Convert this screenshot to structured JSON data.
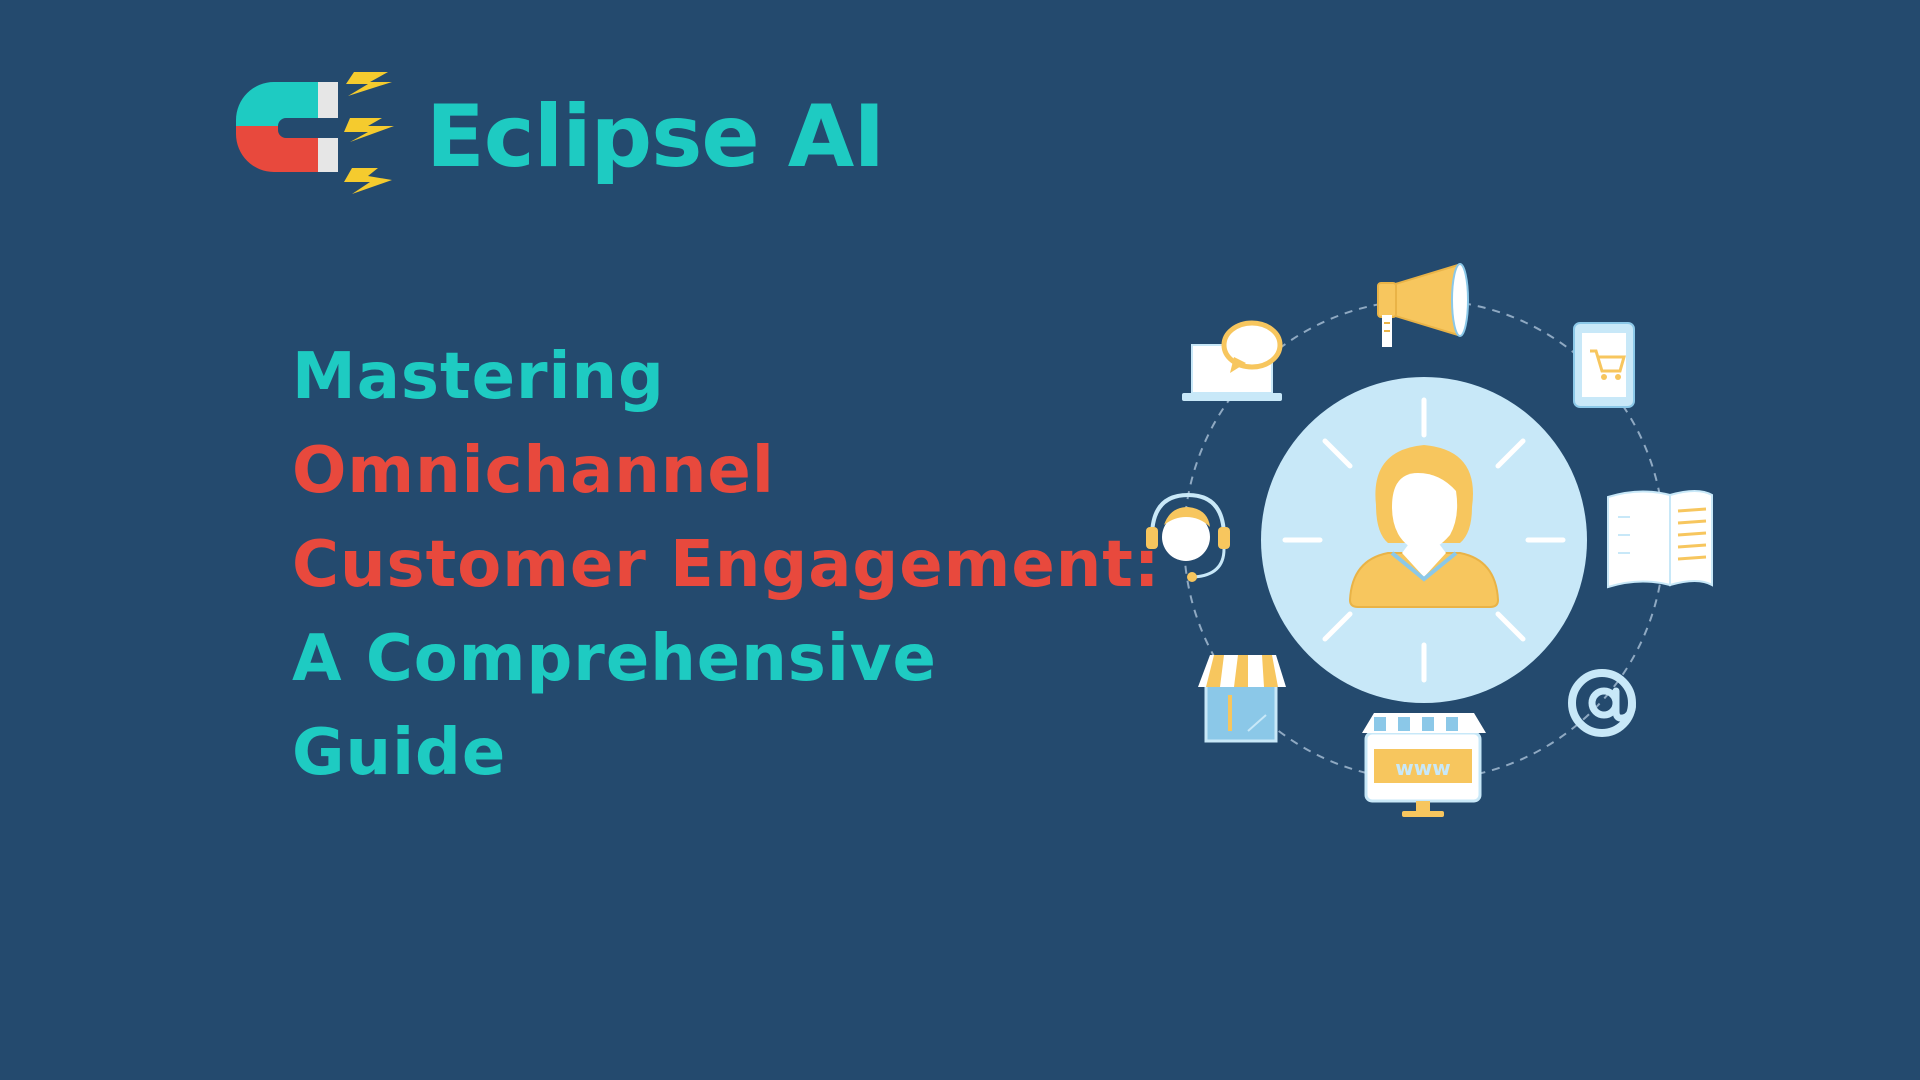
{
  "brand": {
    "name": "Eclipse AI",
    "logo_icon": "magnet-icon",
    "colors": {
      "teal": "#1ECBC2",
      "red": "#E8493D",
      "yellow": "#F5CB2E",
      "background": "#244A6E"
    }
  },
  "headline": {
    "lines": [
      {
        "text": "Mastering",
        "color": "teal"
      },
      {
        "text": "Omnichannel",
        "color": "red"
      },
      {
        "text": "Customer Engagement:",
        "color": "red"
      },
      {
        "text": "A Comprehensive",
        "color": "teal"
      },
      {
        "text": "Guide",
        "color": "teal"
      }
    ]
  },
  "illustration": {
    "center_icon": "customer-icon",
    "channel_icons": [
      "megaphone-icon",
      "mobile-cart-icon",
      "open-book-icon",
      "email-at-icon",
      "web-store-icon",
      "storefront-icon",
      "support-headset-icon",
      "laptop-chat-icon"
    ],
    "web_store_label": "www"
  }
}
